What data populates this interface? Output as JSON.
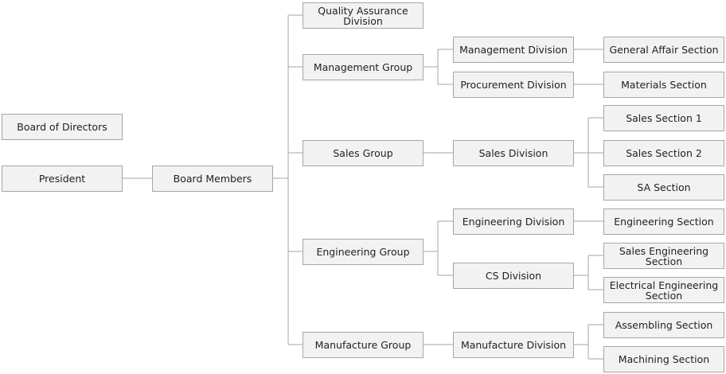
{
  "chart": {
    "nodes": {
      "board_of_directors": "Board of Directors",
      "president": "President",
      "board_members": "Board Members",
      "quality_assurance": "Quality Assurance Division",
      "management_group": "Management Group",
      "sales_group": "Sales Group",
      "engineering_group": "Engineering Group",
      "manufacture_group": "Manufacture Group",
      "management_division": "Management Division",
      "procurement_division": "Procurement Division",
      "sales_division": "Sales Division",
      "engineering_division": "Engineering Division",
      "cs_division": "CS Division",
      "manufacture_division": "Manufacture Division",
      "general_affair_section": "General Affair Section",
      "materials_section": "Materials Section",
      "sales_section_1": "Sales Section 1",
      "sales_section_2": "Sales Section 2",
      "sa_section": "SA Section",
      "engineering_section": "Engineering Section",
      "sales_engineering_section": "Sales Engineering Section",
      "electrical_engineering_section": "Electrical Engineering Section",
      "assembling_section": "Assembling Section",
      "machining_section": "Machining Section"
    }
  },
  "colors": {
    "box_fill": "#f2f2f2",
    "box_border": "#a6a6a6",
    "connector": "#a6a6a6",
    "text": "#222222"
  }
}
